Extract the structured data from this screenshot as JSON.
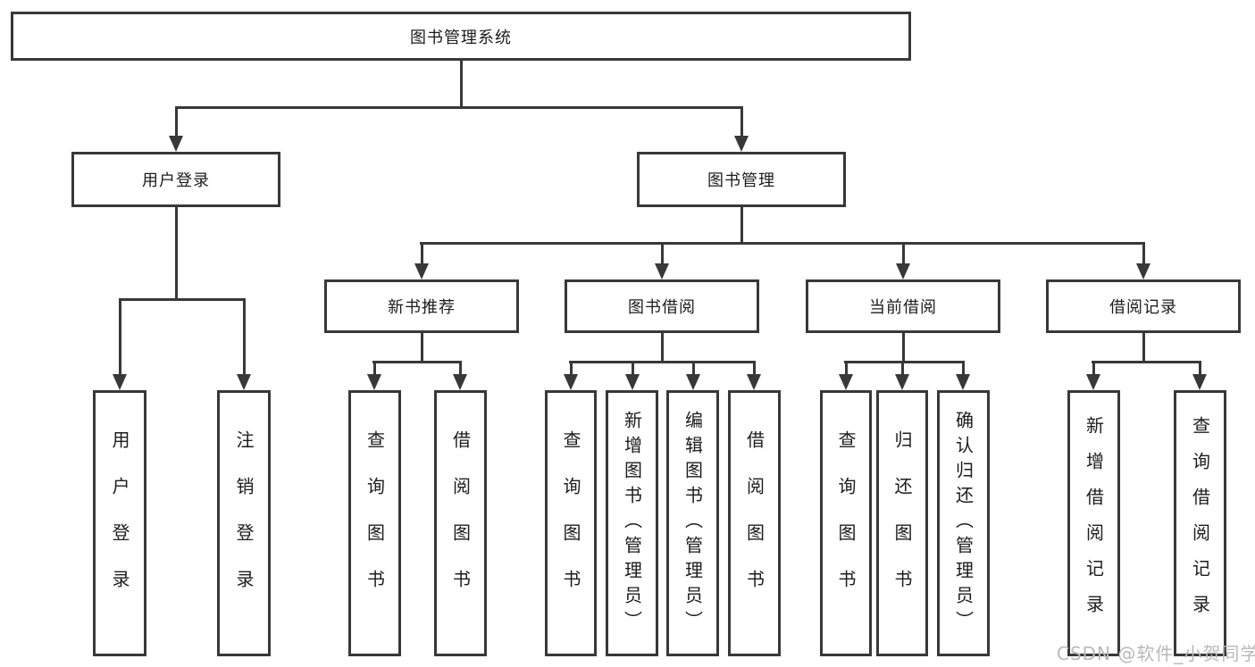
{
  "tree": {
    "label": "图书管理系统",
    "children": [
      {
        "label": "用户登录",
        "children": [
          {
            "label": "用户登录"
          },
          {
            "label": "注销登录"
          }
        ]
      },
      {
        "label": "图书管理",
        "children": [
          {
            "label": "新书推荐",
            "children": [
              {
                "label": "查询图书"
              },
              {
                "label": "借阅图书"
              }
            ]
          },
          {
            "label": "图书借阅",
            "children": [
              {
                "label": "查询图书"
              },
              {
                "label": "新增图书（管理员）"
              },
              {
                "label": "编辑图书（管理员）"
              },
              {
                "label": "借阅图书"
              }
            ]
          },
          {
            "label": "当前借阅",
            "children": [
              {
                "label": "查询图书"
              },
              {
                "label": "归还图书"
              },
              {
                "label": "确认归还（管理员）"
              }
            ]
          },
          {
            "label": "借阅记录",
            "children": [
              {
                "label": "新增借阅记录"
              },
              {
                "label": "查询借阅记录"
              }
            ]
          }
        ]
      }
    ]
  },
  "watermark": "CSDN @软件_小贺同学",
  "colors": {
    "line": "#383838",
    "border": "#383838",
    "text": "#1c1c1c",
    "watermark": "#b9b9b9",
    "background": "#ffffff"
  }
}
